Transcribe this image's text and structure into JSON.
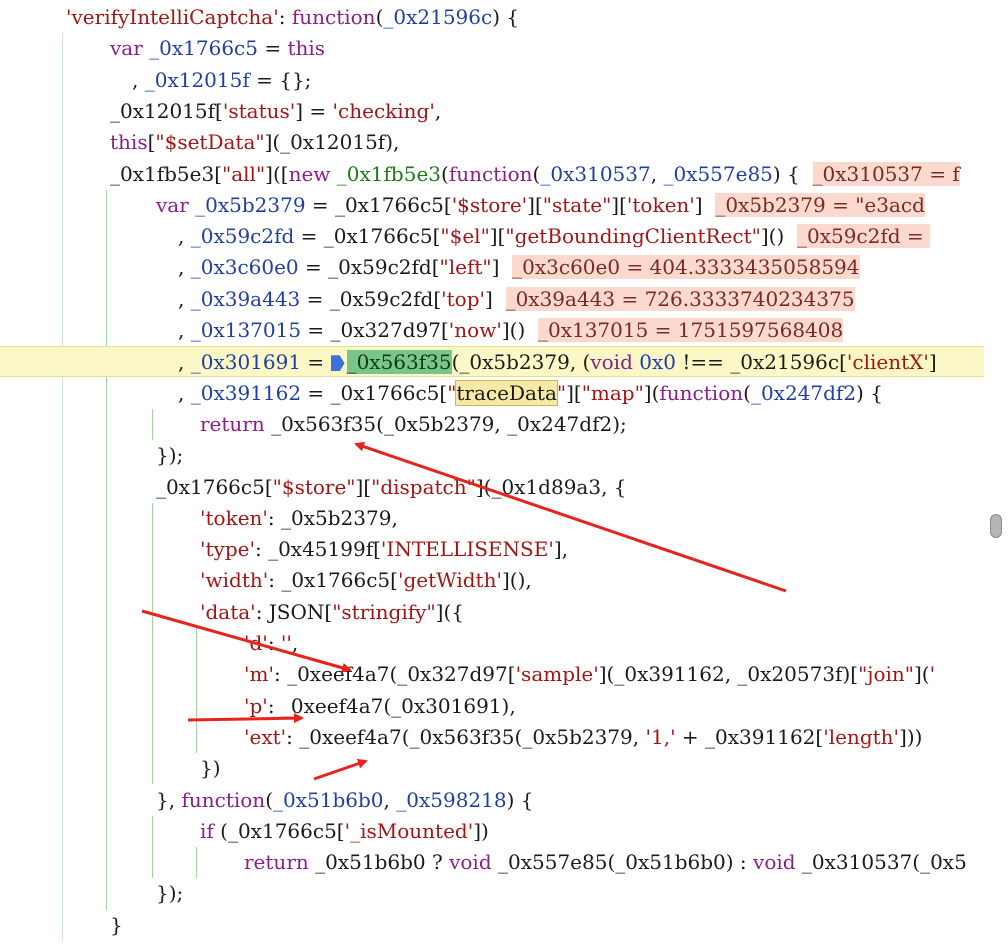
{
  "editor": {
    "lines": [
      {
        "indent": 66,
        "tokens": [
          [
            "'verifyIntelliCaptcha'",
            "str"
          ],
          [
            ": ",
            "pl"
          ],
          [
            "function",
            "kw"
          ],
          [
            "(",
            "pl"
          ],
          [
            "_0x21596c",
            "vr"
          ],
          [
            ") {",
            "pl"
          ]
        ]
      },
      {
        "indent": 110,
        "tokens": [
          [
            "var ",
            "kw"
          ],
          [
            "_0x1766c5",
            "vr"
          ],
          [
            " = ",
            "pl"
          ],
          [
            "this",
            "kw"
          ]
        ]
      },
      {
        "indent": 132,
        "tokens": [
          [
            ", ",
            "pl"
          ],
          [
            "_0x12015f",
            "vr"
          ],
          [
            " = {};",
            "pl"
          ]
        ]
      },
      {
        "indent": 110,
        "tokens": [
          [
            "_0x12015f[",
            "pl"
          ],
          [
            "'status'",
            "str"
          ],
          [
            "] = ",
            "pl"
          ],
          [
            "'checking'",
            "str"
          ],
          [
            ",",
            "pl"
          ]
        ]
      },
      {
        "indent": 110,
        "tokens": [
          [
            "this",
            "kw"
          ],
          [
            "[",
            "pl"
          ],
          [
            "\"$setData\"",
            "str"
          ],
          [
            "](_0x12015f),",
            "pl"
          ]
        ]
      },
      {
        "indent": 110,
        "tokens": [
          [
            "_0x1fb5e3[",
            "pl"
          ],
          [
            "\"all\"",
            "str"
          ],
          [
            "]([",
            "pl"
          ],
          [
            "new ",
            "kw"
          ],
          [
            "_0x1fb5e3",
            "fn"
          ],
          [
            "(",
            "pl"
          ],
          [
            "function",
            "kw"
          ],
          [
            "(",
            "pl"
          ],
          [
            "_0x310537",
            "vr"
          ],
          [
            ", ",
            "pl"
          ],
          [
            "_0x557e85",
            "vr"
          ],
          [
            ") {  ",
            "pl"
          ],
          [
            "_0x310537 = f",
            "ann"
          ]
        ]
      },
      {
        "indent": 156,
        "tokens": [
          [
            "var ",
            "kw"
          ],
          [
            "_0x5b2379",
            "vr"
          ],
          [
            " = _0x1766c5[",
            "pl"
          ],
          [
            "'$store'",
            "str"
          ],
          [
            "][",
            "pl"
          ],
          [
            "\"state\"",
            "str"
          ],
          [
            "][",
            "pl"
          ],
          [
            "'token'",
            "str"
          ],
          [
            "]  ",
            "pl"
          ],
          [
            "_0x5b2379 = \"e3acd",
            "ann"
          ]
        ]
      },
      {
        "indent": 178,
        "tokens": [
          [
            ", ",
            "pl"
          ],
          [
            "_0x59c2fd",
            "vr"
          ],
          [
            " = _0x1766c5[",
            "pl"
          ],
          [
            "\"$el\"",
            "str"
          ],
          [
            "][",
            "pl"
          ],
          [
            "\"getBoundingClientRect\"",
            "str"
          ],
          [
            "]()  ",
            "pl"
          ],
          [
            "_0x59c2fd = ",
            "ann"
          ]
        ]
      },
      {
        "indent": 178,
        "tokens": [
          [
            ", ",
            "pl"
          ],
          [
            "_0x3c60e0",
            "vr"
          ],
          [
            " = _0x59c2fd[",
            "pl"
          ],
          [
            "\"left\"",
            "str"
          ],
          [
            "]  ",
            "pl"
          ],
          [
            "_0x3c60e0 = 404.3333435058594",
            "ann"
          ]
        ]
      },
      {
        "indent": 178,
        "tokens": [
          [
            ", ",
            "pl"
          ],
          [
            "_0x39a443",
            "vr"
          ],
          [
            " = _0x59c2fd[",
            "pl"
          ],
          [
            "'top'",
            "str"
          ],
          [
            "]  ",
            "pl"
          ],
          [
            "_0x39a443 = 726.3333740234375",
            "ann"
          ]
        ]
      },
      {
        "indent": 178,
        "tokens": [
          [
            ", ",
            "pl"
          ],
          [
            "_0x137015",
            "vr"
          ],
          [
            " = _0x327d97[",
            "pl"
          ],
          [
            "'now'",
            "str"
          ],
          [
            "]()  ",
            "pl"
          ],
          [
            "_0x137015 = 1751597568408",
            "ann"
          ]
        ]
      },
      {
        "indent": 178,
        "highlight": true,
        "tokens": [
          [
            ", ",
            "pl"
          ],
          [
            "_0x301691",
            "vr"
          ],
          [
            " = ",
            "pl"
          ],
          [
            "",
            "bp"
          ],
          [
            "_0x563f35",
            "cur"
          ],
          [
            "(_0x5b2379, (",
            "pl"
          ],
          [
            "void ",
            "kw"
          ],
          [
            "0x0",
            "vr"
          ],
          [
            " !== _0x21596c[",
            "pl"
          ],
          [
            "'clientX'",
            "str"
          ],
          [
            "] ",
            "pl"
          ]
        ]
      },
      {
        "indent": 178,
        "tokens": [
          [
            ", ",
            "pl"
          ],
          [
            "_0x391162",
            "vr"
          ],
          [
            " = _0x1766c5[",
            "pl"
          ],
          [
            "\"",
            "str"
          ],
          [
            "traceData",
            "sel"
          ],
          [
            "\"",
            "str"
          ],
          [
            "][",
            "pl"
          ],
          [
            "\"map\"",
            "str"
          ],
          [
            "](",
            "pl"
          ],
          [
            "function",
            "kw"
          ],
          [
            "(",
            "pl"
          ],
          [
            "_0x247df2",
            "vr"
          ],
          [
            ") {",
            "pl"
          ]
        ]
      },
      {
        "indent": 200,
        "tokens": [
          [
            "return ",
            "kw"
          ],
          [
            "_0x563f35(_0x5b2379, _0x247df2);",
            "pl"
          ]
        ]
      },
      {
        "indent": 156,
        "tokens": [
          [
            "});",
            "pl"
          ]
        ]
      },
      {
        "indent": 156,
        "tokens": [
          [
            "_0x1766c5[",
            "pl"
          ],
          [
            "\"$store\"",
            "str"
          ],
          [
            "][",
            "pl"
          ],
          [
            "\"dispatch\"",
            "str"
          ],
          [
            "](_0x1d89a3, {",
            "pl"
          ]
        ]
      },
      {
        "indent": 200,
        "tokens": [
          [
            "'token'",
            "str"
          ],
          [
            ": _0x5b2379,",
            "pl"
          ]
        ]
      },
      {
        "indent": 200,
        "tokens": [
          [
            "'type'",
            "str"
          ],
          [
            ": _0x45199f[",
            "pl"
          ],
          [
            "'INTELLISENSE'",
            "str"
          ],
          [
            "],",
            "pl"
          ]
        ]
      },
      {
        "indent": 200,
        "tokens": [
          [
            "'width'",
            "str"
          ],
          [
            ": _0x1766c5[",
            "pl"
          ],
          [
            "'getWidth'",
            "str"
          ],
          [
            "](),",
            "pl"
          ]
        ]
      },
      {
        "indent": 200,
        "tokens": [
          [
            "'data'",
            "str"
          ],
          [
            ": JSON[",
            "pl"
          ],
          [
            "\"stringify\"",
            "str"
          ],
          [
            "]({",
            "pl"
          ]
        ]
      },
      {
        "indent": 244,
        "tokens": [
          [
            "'d'",
            "str"
          ],
          [
            ": ",
            "pl"
          ],
          [
            "''",
            "str"
          ],
          [
            ",",
            "pl"
          ]
        ]
      },
      {
        "indent": 244,
        "tokens": [
          [
            "'m'",
            "str"
          ],
          [
            ": _0xeef4a7(_0x327d97[",
            "pl"
          ],
          [
            "'sample'",
            "str"
          ],
          [
            "](_0x391162, _0x20573f)[",
            "pl"
          ],
          [
            "\"join\"",
            "str"
          ],
          [
            "](",
            "pl"
          ],
          [
            "'",
            "str"
          ]
        ]
      },
      {
        "indent": 244,
        "tokens": [
          [
            "'p'",
            "str"
          ],
          [
            ": _0xeef4a7(_0x301691),",
            "pl"
          ]
        ]
      },
      {
        "indent": 244,
        "tokens": [
          [
            "'ext'",
            "str"
          ],
          [
            ": _0xeef4a7(_0x563f35(_0x5b2379, ",
            "pl"
          ],
          [
            "'1,'",
            "str"
          ],
          [
            " + _0x391162[",
            "pl"
          ],
          [
            "'length'",
            "str"
          ],
          [
            "]))",
            "pl"
          ]
        ]
      },
      {
        "indent": 200,
        "tokens": [
          [
            "})",
            "pl"
          ]
        ]
      },
      {
        "indent": 156,
        "tokens": [
          [
            "}, ",
            "pl"
          ],
          [
            "function",
            "kw"
          ],
          [
            "(",
            "pl"
          ],
          [
            "_0x51b6b0",
            "vr"
          ],
          [
            ", ",
            "pl"
          ],
          [
            "_0x598218",
            "vr"
          ],
          [
            ") {",
            "pl"
          ]
        ]
      },
      {
        "indent": 200,
        "tokens": [
          [
            "if ",
            "kw"
          ],
          [
            "(_0x1766c5[",
            "pl"
          ],
          [
            "'_isMounted'",
            "str"
          ],
          [
            "])",
            "pl"
          ]
        ]
      },
      {
        "indent": 244,
        "tokens": [
          [
            "return ",
            "kw"
          ],
          [
            "_0x51b6b0 ? ",
            "pl"
          ],
          [
            "void ",
            "kw"
          ],
          [
            "_0x557e85(_0x51b6b0) : ",
            "pl"
          ],
          [
            "void ",
            "kw"
          ],
          [
            "_0x310537(_0x5",
            "pl"
          ]
        ]
      },
      {
        "indent": 156,
        "tokens": [
          [
            "});",
            "pl"
          ]
        ]
      },
      {
        "indent": 110,
        "tokens": [
          [
            "}",
            "pl"
          ]
        ]
      }
    ]
  },
  "colors": {
    "string": "#a31515",
    "keyword": "#8b1e8b",
    "variable": "#1f3fa6",
    "annotation_bg": "#fbd9cf",
    "current_line_bg": "#fbf7c6",
    "arrow": "#e8231b"
  },
  "icons": {
    "breakpoint": "breakpoint-marker-icon"
  }
}
